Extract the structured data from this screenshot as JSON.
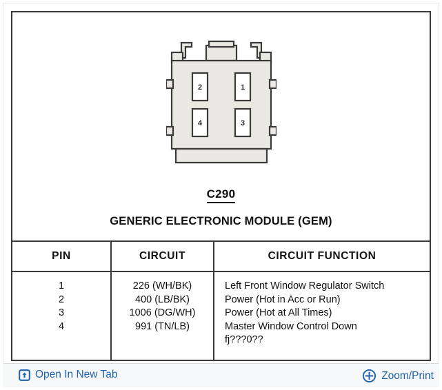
{
  "document": {
    "connector_code": "C290",
    "module_name": "GENERIC ELECTRONIC MODULE (GEM)",
    "connector": {
      "pin_labels": [
        "2",
        "1",
        "4",
        "3"
      ],
      "body_fill": "#e9e7e1",
      "line_color": "#3a3a3a"
    },
    "table": {
      "headers": [
        "PIN",
        "CIRCUIT",
        "CIRCUIT FUNCTION"
      ],
      "rows": [
        {
          "pin": "1",
          "circuit": "226 (WH/BK)",
          "function": "Left Front Window Regulator Switch",
          "function_extra": ""
        },
        {
          "pin": "2",
          "circuit": "400 (LB/BK)",
          "function": "Power (Hot in Acc or Run)",
          "function_extra": ""
        },
        {
          "pin": "3",
          "circuit": "1006 (DG/WH)",
          "function": "Power (Hot at All Times)",
          "function_extra": ""
        },
        {
          "pin": "4",
          "circuit": "991 (TN/LB)",
          "function": "Master Window Control Down",
          "function_extra": "fj???0??"
        }
      ]
    }
  },
  "footer": {
    "open_in_new_tab": "Open In New Tab",
    "zoom_print": "Zoom/Print",
    "link_color": "#1f62ad"
  }
}
